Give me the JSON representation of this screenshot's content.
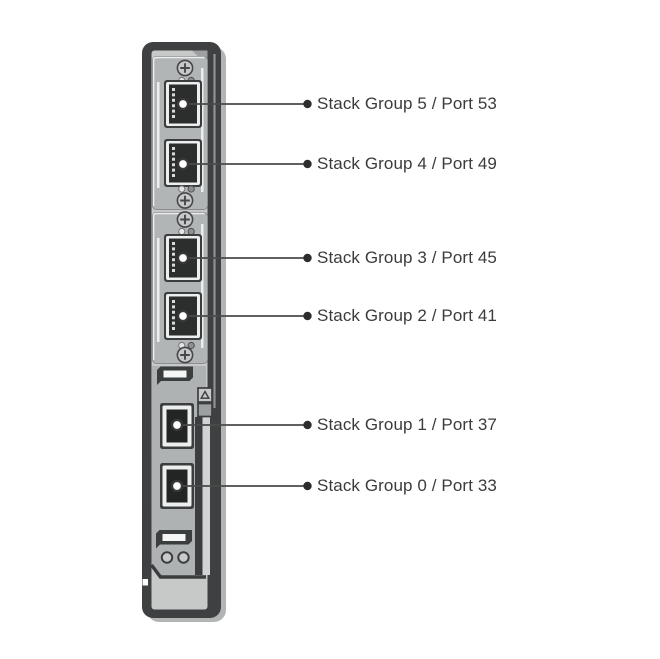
{
  "diagram": {
    "type": "hardware-port-callout-diagram",
    "callouts": [
      {
        "label": "Stack Group 5 / Port 53",
        "stack_group": 5,
        "port": 53
      },
      {
        "label": "Stack Group 4 / Port 49",
        "stack_group": 4,
        "port": 49
      },
      {
        "label": "Stack Group 3 / Port 45",
        "stack_group": 3,
        "port": 45
      },
      {
        "label": "Stack Group 2 / Port 41",
        "stack_group": 2,
        "port": 41
      },
      {
        "label": "Stack Group 1 / Port 37",
        "stack_group": 1,
        "port": 37
      },
      {
        "label": "Stack Group 0 / Port 33",
        "stack_group": 0,
        "port": 33
      }
    ]
  },
  "icons": {
    "screw": "phillips-screw-icon",
    "triangle": "triangle-latch-icon",
    "led": "led-indicator"
  },
  "colors": {
    "background": "#ffffff",
    "frame": "#3e4041",
    "frame_highlight": "#8f9293",
    "face": "#c7c9c9",
    "module_panel": "#b2b5b6",
    "port_bezel": "#edefef",
    "port_cavity": "#2c2d2d",
    "callout_line": "#4a4a4a",
    "label_text": "#3b3b3b"
  }
}
